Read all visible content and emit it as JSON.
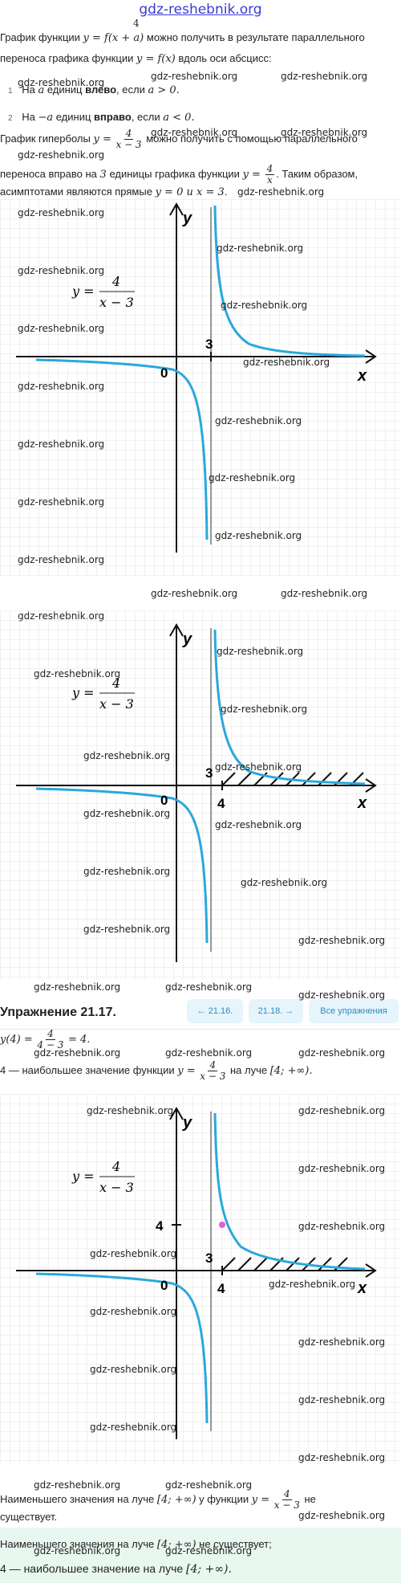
{
  "site": {
    "title": "gdz-reshebnik.org",
    "watermark": "gdz-reshebnik.org"
  },
  "intro": {
    "line1_a": "График функции",
    "line1_eq": "y = f(x + a)",
    "line1_b": "можно получить в результате параллельного",
    "line2_a": "переноса графика функции",
    "line2_eq": "y = f(x)",
    "line2_b": "вдоль оси абсцисс:",
    "top_digit": "4",
    "items": [
      {
        "num": "1",
        "pre": "На",
        "var": "a",
        "mid": "единиц",
        "bold": "влево",
        "post": ", если",
        "cond": "a > 0."
      },
      {
        "num": "2",
        "pre": "На",
        "var": "−a",
        "mid": "единиц",
        "bold": "вправо",
        "post": ", если",
        "cond": "a < 0."
      }
    ],
    "hyp_a": "График гиперболы",
    "hyp_y": "y =",
    "hyp_num": "4",
    "hyp_den": "x − 3",
    "hyp_b": "можно получить с помощью параллельного",
    "shift_a": "переноса вправо на",
    "shift_n": "3",
    "shift_b": "единицы графика функции",
    "shift_y": "y =",
    "shift_num": "4",
    "shift_den": "x",
    "shift_c": ". Таким образом,",
    "asym_a": "асимптотами являются прямые",
    "asym_eq": "y = 0 и x = 3",
    "asym_end": "."
  },
  "graph_labels": {
    "y_axis": "y",
    "x_axis": "x",
    "origin": "0",
    "three": "3",
    "four": "4",
    "formula_y": "y =",
    "formula_num": "4",
    "formula_den": "x − 3"
  },
  "exercise": {
    "title": "Упражнение 21.17.",
    "prev": "← 21.16.",
    "next": "21.18. →",
    "all": "Все упражнения"
  },
  "solution": {
    "y4_eq": "y(4) =",
    "y4_num": "4",
    "y4_den": "4 − 3",
    "y4_res": "= 4.",
    "max_a": "4 — наибольшее значение функции",
    "max_y": "y =",
    "max_num": "4",
    "max_den": "x − 3",
    "max_b": "на луче",
    "max_ray": "[4; +∞).",
    "min_a": "Наименьшего значения на луче",
    "min_ray": "[4; +∞)",
    "min_b": "у функции",
    "min_y": "y =",
    "min_num": "4",
    "min_den": "x − 3",
    "min_c": "не",
    "min_d": "существует."
  },
  "answer": {
    "line1_a": "Наименьшего значения на луче",
    "line1_ray": "[4; +∞)",
    "line1_b": "не существует;",
    "line2_a": "4 — наибольшее значение на луче",
    "line2_ray": "[4; +∞)."
  },
  "colors": {
    "curve": "#29a8dd",
    "grid": "#e3e3e3",
    "axis": "#111111",
    "asymptote": "#999999",
    "point": "#e060d0",
    "link": "#3a3ad6",
    "pill_bg": "#e6f4fb",
    "answer_bg": "#e8f7ef"
  }
}
